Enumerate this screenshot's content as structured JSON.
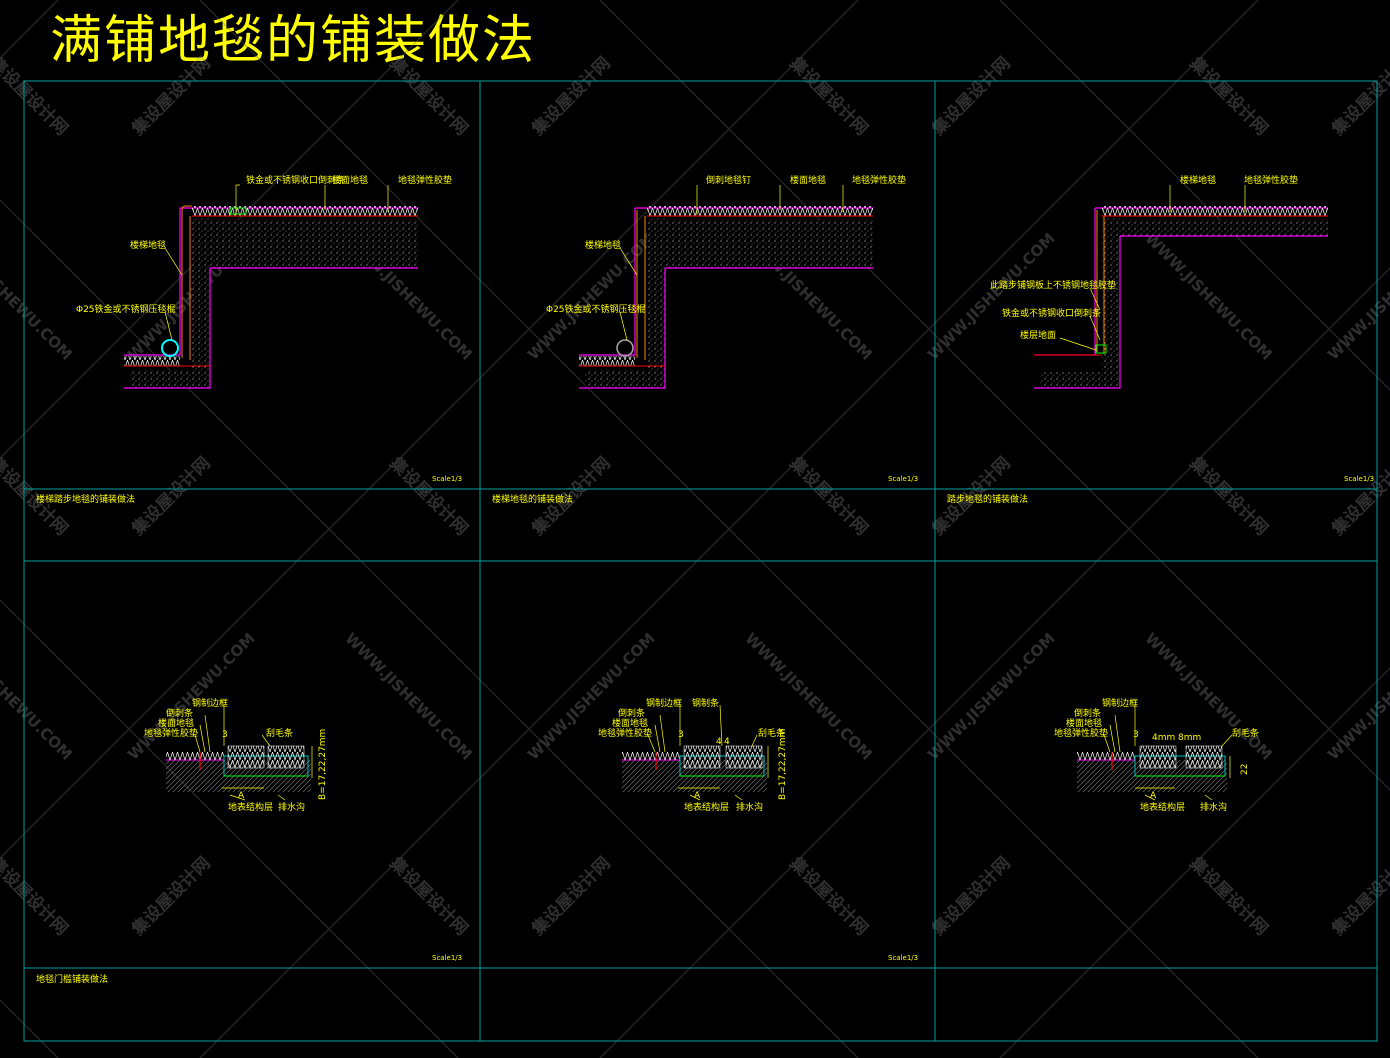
{
  "title": "满铺地毯的铺装做法",
  "colors": {
    "frame": "#00a0a0",
    "text": "#ffff00",
    "magenta": "#ff00ff",
    "orange": "#ff8000",
    "green": "#00ff00",
    "cyan": "#00ffff",
    "red": "#ff0000"
  },
  "panels": [
    {
      "caption": "楼梯踏步地毯的铺装做法",
      "scale": "Scale1/3",
      "labels": [
        "铁金或不锈钢收口倒刺条",
        "楼面地毯",
        "地毯弹性胶垫",
        "楼梯地毯",
        "Φ25铁金或不锈钢压毯棍"
      ]
    },
    {
      "caption": "楼梯地毯的铺装做法",
      "scale": "Scale1/3",
      "labels": [
        "倒刺地毯钉",
        "楼面地毯",
        "地毯弹性胶垫",
        "楼梯地毯",
        "Φ25铁金或不锈钢压毯棍"
      ]
    },
    {
      "caption": "踏步地毯的铺装做法",
      "scale": "Scale1/3",
      "labels": [
        "楼梯地毯",
        "地毯弹性胶垫",
        "此踏步铺钢板上不锈钢地毯胶垫",
        "铁金或不锈钢收口倒刺条",
        "楼层地面"
      ]
    },
    {
      "caption": "地毯门槛铺装做法",
      "scale": "Scale1/3",
      "labels": [
        "钢制边框",
        "倒刺条",
        "楼面地毯",
        "地毯弹性胶垫",
        "刮毛条",
        "地表结构层",
        "排水沟"
      ],
      "dims": [
        "3",
        "A",
        "B=17,22,27mm"
      ]
    },
    {
      "caption": "",
      "scale": "Scale1/3",
      "labels": [
        "钢制边框",
        "倒刺条",
        "楼面地毯",
        "地毯弹性胶垫",
        "钢制条",
        "刮毛条",
        "地表结构层",
        "排水沟"
      ],
      "dims": [
        "3",
        "4",
        "4",
        "A",
        "B=17,22,27mm"
      ]
    },
    {
      "caption": "",
      "scale": "",
      "labels": [
        "钢制边框",
        "倒刺条",
        "楼面地毯",
        "地毯弹性胶垫",
        "刮毛条",
        "地表结构层",
        "排水沟"
      ],
      "dims": [
        "3",
        "4mm",
        "8mm",
        "22",
        "A"
      ]
    }
  ],
  "watermarks": {
    "site": "WWW.JISHEWU.COM",
    "name": "集设屋设计网"
  }
}
